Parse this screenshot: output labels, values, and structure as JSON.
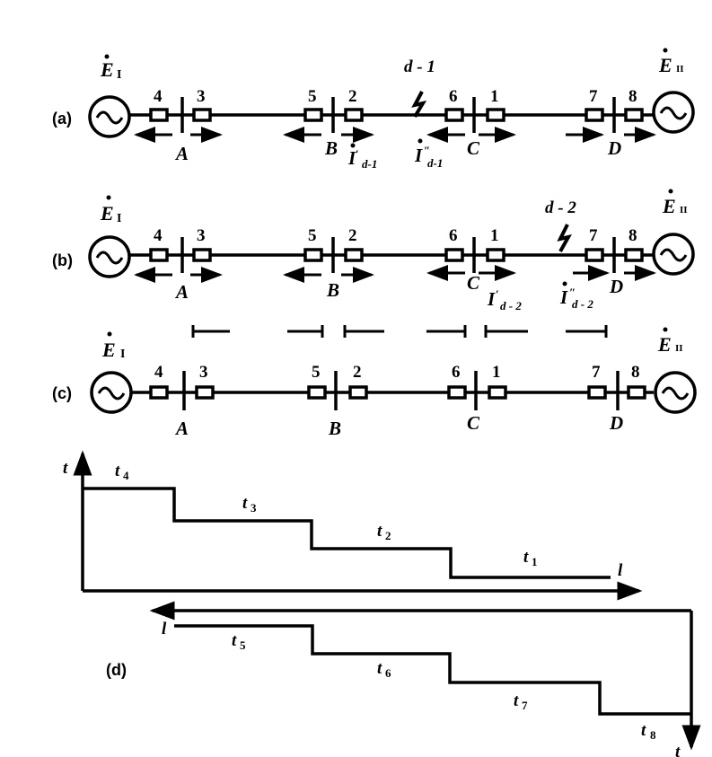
{
  "figure": {
    "rows": [
      {
        "id": "a",
        "label": "(a)",
        "source_left": "E",
        "source_left_sub": "I",
        "source_right": "E",
        "source_right_sub": "II",
        "breakers": [
          "4",
          "3",
          "5",
          "2",
          "6",
          "1",
          "7",
          "8"
        ],
        "buses": [
          "A",
          "B",
          "C",
          "D"
        ],
        "fault": "d - 1",
        "current_left": "I",
        "current_left_sup": "′",
        "current_left_sub": "d-1",
        "current_right": "I",
        "current_right_sup": "″",
        "current_right_sub": "d-1"
      },
      {
        "id": "b",
        "label": "(b)",
        "source_left": "E",
        "source_left_sub": "I",
        "source_right": "E",
        "source_right_sub": "II",
        "breakers": [
          "4",
          "3",
          "5",
          "2",
          "6",
          "1",
          "7",
          "8"
        ],
        "buses": [
          "A",
          "B",
          "C",
          "D"
        ],
        "fault": "d - 2",
        "current_left": "I",
        "current_left_sup": "′",
        "current_left_sub": "d - 2",
        "current_right": "I",
        "current_right_sup": "″",
        "current_right_sub": "d - 2"
      },
      {
        "id": "c",
        "label": "(c)",
        "source_left": "E",
        "source_left_sub": "I",
        "source_right": "E",
        "source_right_sub": "II",
        "breakers": [
          "4",
          "3",
          "5",
          "2",
          "6",
          "1",
          "7",
          "8"
        ],
        "buses": [
          "A",
          "B",
          "C",
          "D"
        ]
      }
    ],
    "timing": {
      "label": "(d)",
      "upper": {
        "axis_t": "t",
        "axis_l": "l",
        "steps": [
          {
            "name": "t",
            "sub": "4"
          },
          {
            "name": "t",
            "sub": "3"
          },
          {
            "name": "t",
            "sub": "2"
          },
          {
            "name": "t",
            "sub": "1"
          }
        ]
      },
      "lower": {
        "axis_t": "t",
        "axis_l": "l",
        "steps": [
          {
            "name": "t",
            "sub": "5"
          },
          {
            "name": "t",
            "sub": "6"
          },
          {
            "name": "t",
            "sub": "7"
          },
          {
            "name": "t",
            "sub": "8"
          }
        ]
      }
    }
  }
}
